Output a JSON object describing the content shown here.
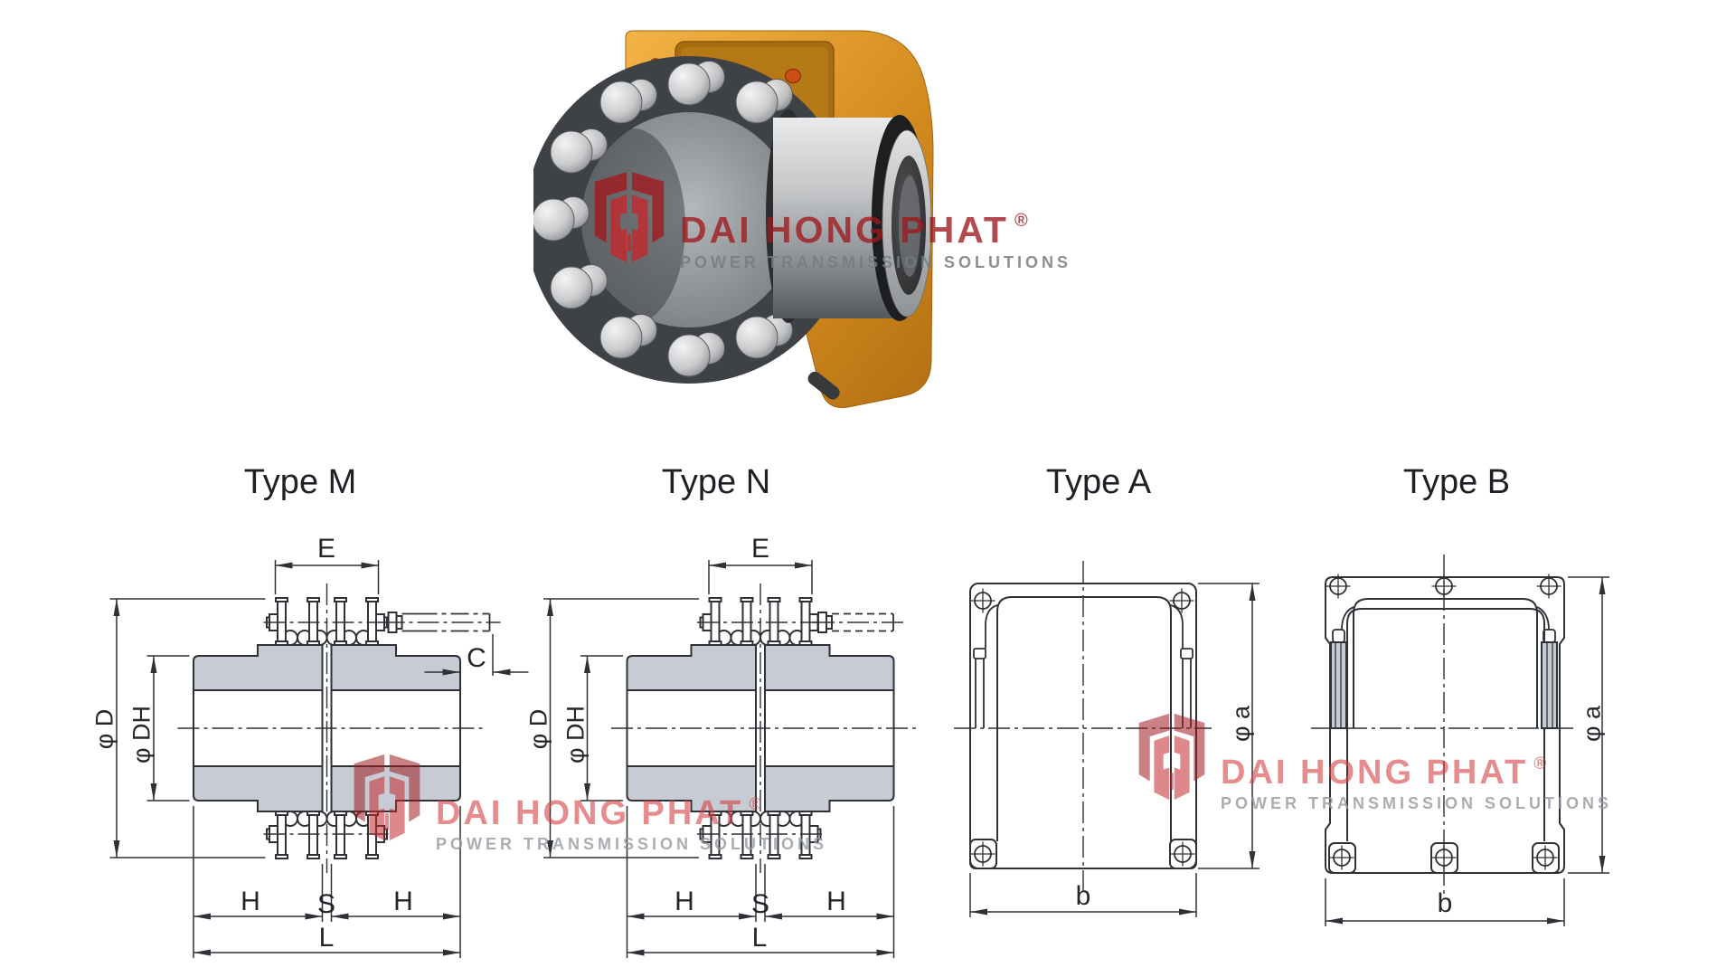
{
  "brand": {
    "logo": "dhp-emblem",
    "name": "DAI HONG PHAT",
    "registered_mark": "®",
    "tagline": "POWER TRANSMISSION SOLUTIONS"
  },
  "drawings": {
    "type_m": {
      "title": "Type M",
      "dim_e": "E",
      "dim_c": "C",
      "dim_phi_d": "φ D",
      "dim_phi_dh": "φ DH",
      "dim_h_left": "H",
      "dim_s": "S",
      "dim_h_right": "H",
      "dim_l": "L"
    },
    "type_n": {
      "title": "Type N",
      "dim_e": "E",
      "dim_phi_d": "φ D",
      "dim_phi_dh": "φ DH",
      "dim_h_left": "H",
      "dim_s": "S",
      "dim_h_right": "H",
      "dim_l": "L"
    },
    "type_a": {
      "title": "Type A",
      "dim_phi_a": "φ a",
      "dim_b": "b"
    },
    "type_b": {
      "title": "Type B",
      "dim_phi_a": "φ a",
      "dim_b": "b"
    }
  },
  "colors": {
    "drawing_line": "#2e3237",
    "section_fill": "#c7ccd4",
    "flange_orange": "#d68d20",
    "brand_red": "#c4282d",
    "tagline_gray": "#9ca2a8"
  }
}
